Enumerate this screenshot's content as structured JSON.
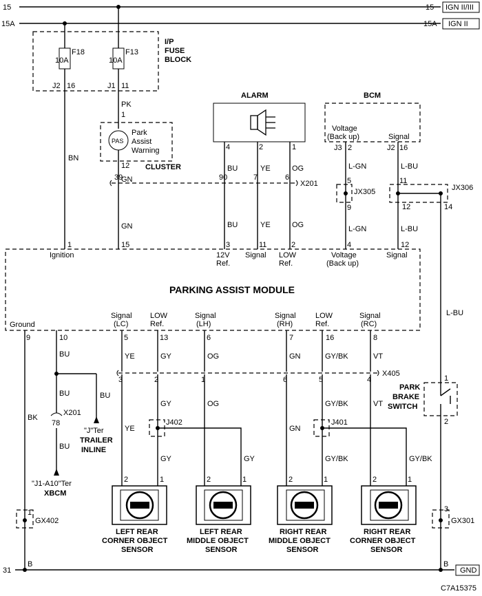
{
  "rails": {
    "b15_left": "15",
    "b15_right": "15",
    "b15_tag": "IGN II/III",
    "b15a_left": "15A",
    "b15a_right": "15A",
    "b15a_tag": "IGN II",
    "ground_left": "31",
    "ground_B_left": "B",
    "ground_B_right": "B",
    "ground_tag": "GND"
  },
  "fuse_block": {
    "title1": "I/P",
    "title2": "FUSE",
    "title3": "BLOCK",
    "f18": "F18",
    "f18_rating": "10A",
    "f18_pin_a": "J2",
    "f18_pin_b": "16",
    "f13": "F13",
    "f13_rating": "10A",
    "f13_pin_a": "J1",
    "f13_pin_b": "11"
  },
  "cluster": {
    "label": "CLUSTER",
    "pas": "PAS",
    "text1": "Park",
    "text2": "Assist",
    "text3": "Warning",
    "pin_in": "1",
    "pin_out": "12",
    "wire_in": "PK",
    "wire_out": "GN"
  },
  "alarm": {
    "label": "ALARM",
    "p4": "4",
    "p2": "2",
    "p1": "1",
    "c4": "BU",
    "c2": "YE",
    "c1": "OG"
  },
  "bcm": {
    "label": "BCM",
    "v1": "Voltage",
    "v2": "(Back up)",
    "sig": "Signal",
    "p_j3": "J3",
    "p_j3n": "2",
    "p_j2": "J2",
    "p_j2n": "16",
    "c_lgn": "L-GN",
    "c_lbu": "L-BU"
  },
  "connectors": {
    "x201": "X201",
    "x201_39": "39",
    "x201_90": "90",
    "x201_7": "7",
    "x201_6": "6",
    "jx305": "JX305",
    "jx305_5": "5",
    "jx305_9": "9",
    "jx306": "JX306",
    "jx306_11": "11",
    "jx306_12": "12",
    "jx306_14": "14",
    "x405": "X405",
    "x405_3": "3",
    "x405_2": "2",
    "x405_1": "1",
    "x405_6": "6",
    "x405_5": "5",
    "x405_4": "4",
    "j402": "J402",
    "j401": "J401",
    "x201b": "X201",
    "x201b_78": "78",
    "gx402": "GX402",
    "gx402_1": "1",
    "gx301": "GX301",
    "gx301_3": "3"
  },
  "wires": {
    "bn": "BN",
    "gn": "GN",
    "bu": "BU",
    "ye": "YE",
    "og": "OG",
    "lgn": "L-GN",
    "lbu": "L-BU",
    "gy": "GY",
    "gybk": "GY/BK",
    "vt": "VT",
    "bk": "BK"
  },
  "module": {
    "title": "PARKING ASSIST MODULE",
    "top_pins": {
      "p1": "1",
      "p1_label": "Ignition",
      "p15": "15",
      "p3": "3",
      "p3_l1": "12V",
      "p3_l2": "Ref.",
      "p11": "11",
      "p11_label": "Signal",
      "p2": "2",
      "p2_l1": "LOW",
      "p2_l2": "Ref.",
      "p4": "4",
      "p4_l1": "Voltage",
      "p4_l2": "(Back up)",
      "p12": "12",
      "p12_label": "Signal"
    },
    "bottom_pins": {
      "ground": "Ground",
      "p9": "9",
      "p10": "10",
      "lc1": "Signal",
      "lc2": "(LC)",
      "p5": "5",
      "lr1": "LOW",
      "lr2": "Ref.",
      "p13": "13",
      "lh1": "Signal",
      "lh2": "(LH)",
      "p6": "6",
      "rh1": "Signal",
      "rh2": "(RH)",
      "p7": "7",
      "rr1": "LOW",
      "rr2": "Ref.",
      "p16": "16",
      "rc1": "Signal",
      "rc2": "(RC)",
      "p8": "8"
    }
  },
  "trailer": {
    "l1": "\"J\"Ter",
    "l2": "TRAILER",
    "l3": "INLINE"
  },
  "xbcm": {
    "l1": "\"J1-A10\"Ter",
    "l2": "XBCM"
  },
  "park_brake": {
    "l1": "PARK",
    "l2": "BRAKE",
    "l3": "SWITCH",
    "p1": "1",
    "p2": "2"
  },
  "sensors": [
    {
      "name1": "LEFT REAR",
      "name2": "CORNER OBJECT",
      "name3": "SENSOR",
      "pa": "2",
      "pb": "1"
    },
    {
      "name1": "LEFT REAR",
      "name2": "MIDDLE OBJECT",
      "name3": "SENSOR",
      "pa": "2",
      "pb": "1"
    },
    {
      "name1": "RIGHT REAR",
      "name2": "MIDDLE OBJECT",
      "name3": "SENSOR",
      "pa": "2",
      "pb": "1"
    },
    {
      "name1": "RIGHT REAR",
      "name2": "CORNER OBJECT",
      "name3": "SENSOR",
      "pa": "2",
      "pb": "1"
    }
  ],
  "figure_code": "C7A15375"
}
